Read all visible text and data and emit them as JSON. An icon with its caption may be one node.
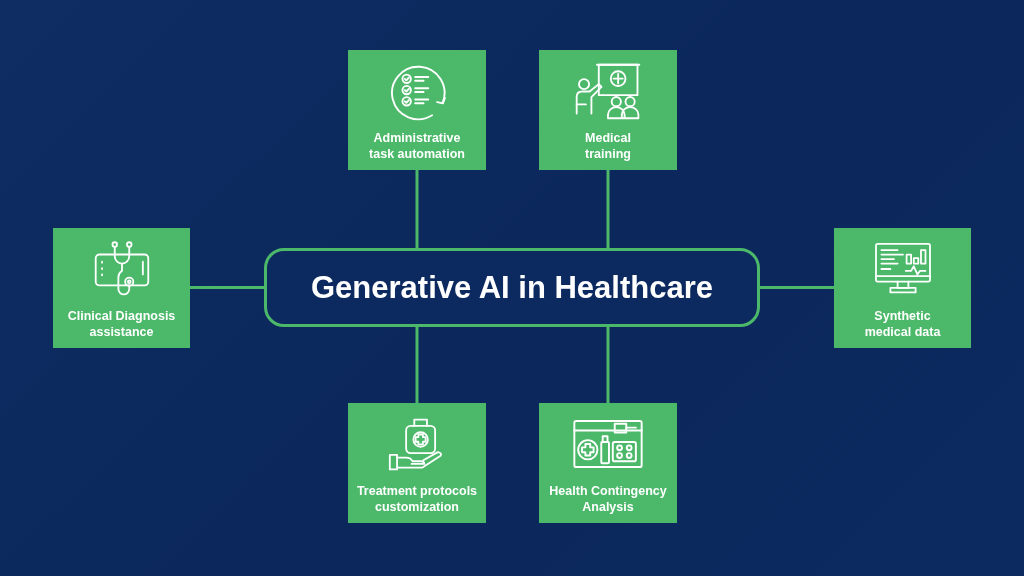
{
  "diagram": {
    "nodes": [
      {
        "text": [
          "Administrative task automation"
        ]
      },
      {
        "text": [
          "Medical training"
        ]
      },
      {
        "text": [
          "Clinical Diagnosis assistance"
        ]
      },
      {
        "text": [
          "Generative AI in Healthcare"
        ]
      },
      {
        "text": [
          "Synthetic medical data"
        ]
      },
      {
        "text": [
          "Treatment protocols customization"
        ]
      },
      {
        "text": [
          "Health Contingency Analysis"
        ]
      }
    ],
    "edges": [
      {
        "from": 3,
        "to": 0,
        "arrow": "none"
      },
      {
        "from": 3,
        "to": 1,
        "arrow": "none"
      },
      {
        "from": 3,
        "to": 2,
        "arrow": "none"
      },
      {
        "from": 3,
        "to": 4,
        "arrow": "none"
      },
      {
        "from": 3,
        "to": 5,
        "arrow": "none"
      },
      {
        "from": 3,
        "to": 6,
        "arrow": "none"
      }
    ]
  }
}
